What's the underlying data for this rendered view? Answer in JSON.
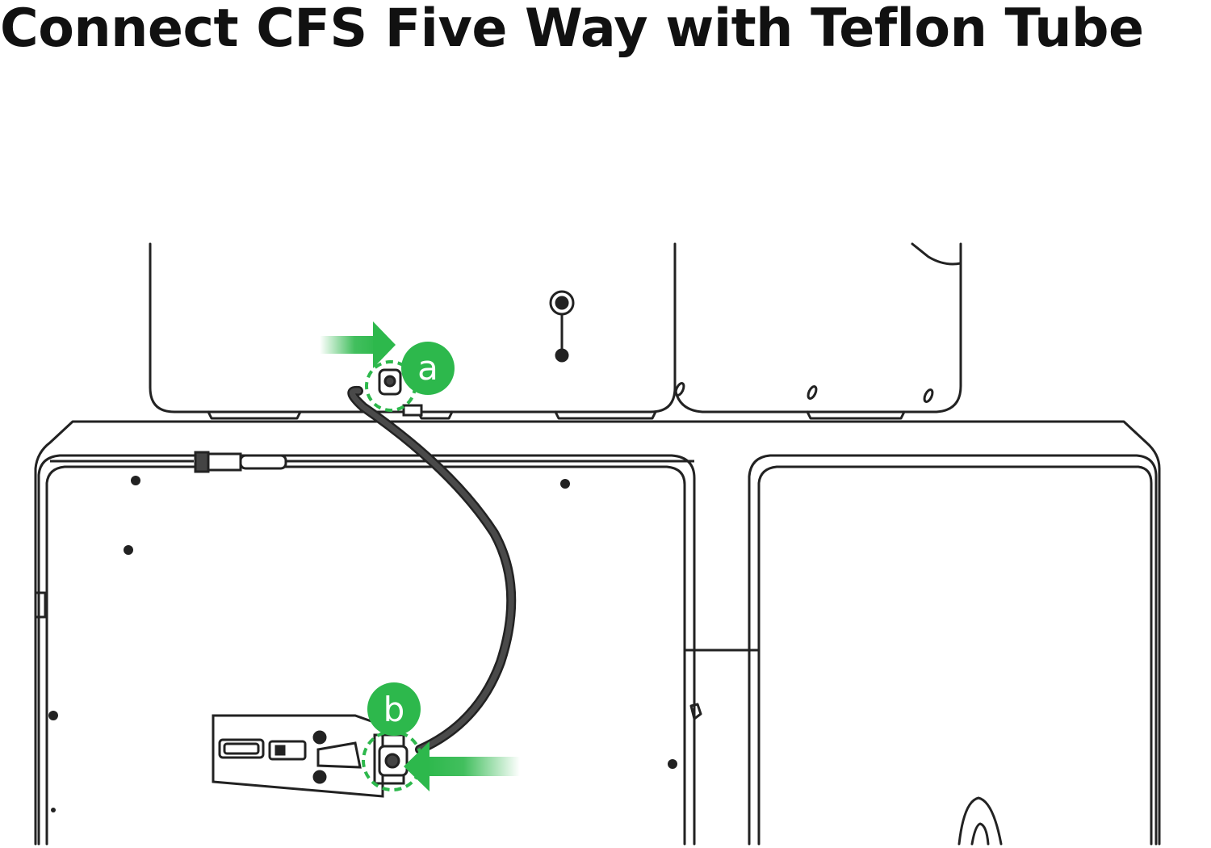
{
  "title": "Connect CFS Five Way with Teflon Tube",
  "callouts": [
    {
      "id": "a",
      "label": "a"
    },
    {
      "id": "b",
      "label": "b"
    }
  ],
  "colors": {
    "accent": "#2DB84C",
    "line": "#222222",
    "tube": "#4a4a4a",
    "background": "#ffffff"
  },
  "icons": {
    "arrow_a": "arrow-right-icon",
    "arrow_b": "arrow-left-icon"
  }
}
